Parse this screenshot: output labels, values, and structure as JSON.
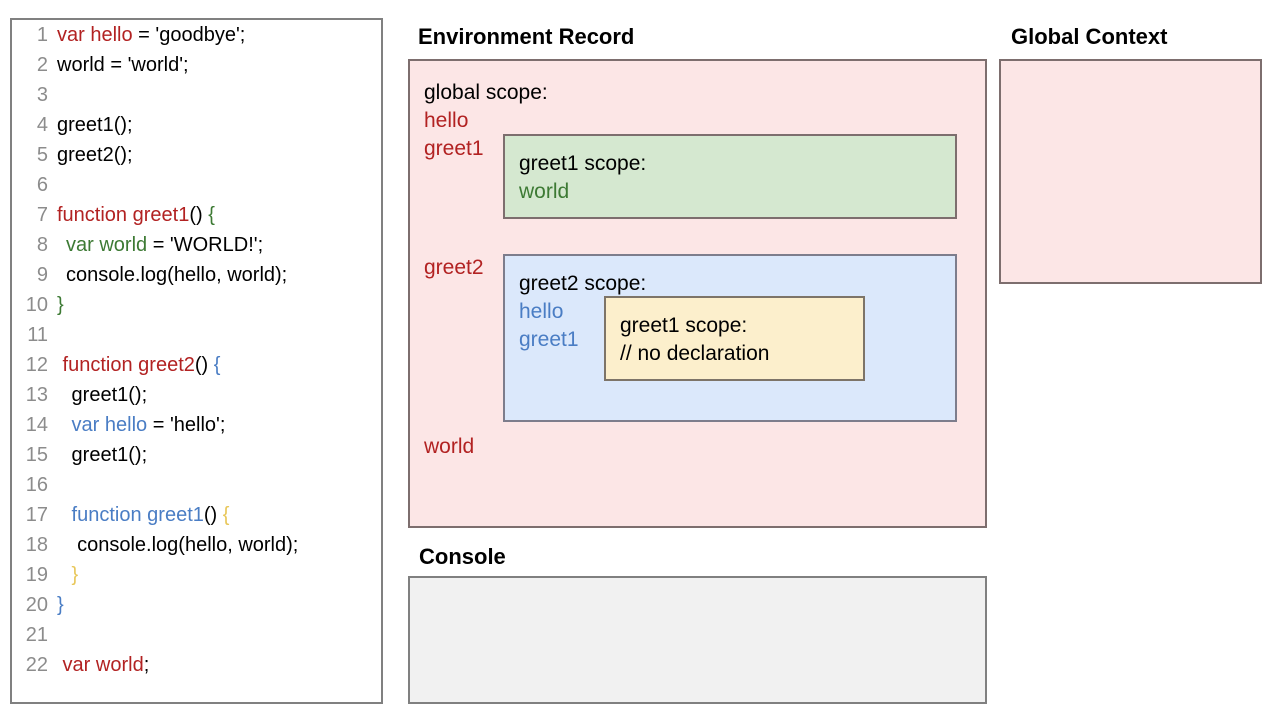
{
  "colors": {
    "red": "#b22222",
    "green": "#3d7a34",
    "blue": "#4a7dc4",
    "yellow": "#e8c75a",
    "black": "#000000",
    "gutter": "#8c8c8c",
    "global_scope_bg": "#fce6e6",
    "greet1_scope_bg": "#d5e8d0",
    "greet2_scope_bg": "#dbe8fb",
    "inner_greet1_scope_bg": "#fcefcc",
    "console_bg": "#f1f1f1"
  },
  "code_panel": {
    "lines": [
      {
        "n": "1",
        "indent": 0,
        "tokens": [
          {
            "t": "var hello",
            "c": "red"
          },
          {
            "t": " = 'goodbye';",
            "c": "black"
          }
        ]
      },
      {
        "n": "2",
        "indent": 0,
        "tokens": [
          {
            "t": "world = 'world';",
            "c": "black"
          }
        ]
      },
      {
        "n": "3",
        "indent": 0,
        "tokens": []
      },
      {
        "n": "4",
        "indent": 0,
        "tokens": [
          {
            "t": "greet1();",
            "c": "black"
          }
        ]
      },
      {
        "n": "5",
        "indent": 0,
        "tokens": [
          {
            "t": "greet2();",
            "c": "black"
          }
        ]
      },
      {
        "n": "6",
        "indent": 0,
        "tokens": []
      },
      {
        "n": "7",
        "indent": 0,
        "tokens": [
          {
            "t": "function greet1",
            "c": "red"
          },
          {
            "t": "() ",
            "c": "black"
          },
          {
            "t": "{",
            "c": "green"
          }
        ]
      },
      {
        "n": "8",
        "indent": 1,
        "tokens": [
          {
            "t": "var world",
            "c": "green"
          },
          {
            "t": " = 'WORLD!';",
            "c": "black"
          }
        ]
      },
      {
        "n": "9",
        "indent": 1,
        "tokens": [
          {
            "t": "console.log(hello, world);",
            "c": "black"
          }
        ]
      },
      {
        "n": "10",
        "indent": 0,
        "tokens": [
          {
            "t": "}",
            "c": "green"
          }
        ]
      },
      {
        "n": "11",
        "indent": 0,
        "tokens": []
      },
      {
        "n": "12",
        "indent": 0,
        "tokens": [
          {
            "t": " function greet2",
            "c": "red"
          },
          {
            "t": "() ",
            "c": "black"
          },
          {
            "t": "{",
            "c": "blue"
          }
        ]
      },
      {
        "n": "13",
        "indent": 1,
        "tokens": [
          {
            "t": " greet1();",
            "c": "black"
          }
        ]
      },
      {
        "n": "14",
        "indent": 1,
        "tokens": [
          {
            "t": " var hello",
            "c": "blue"
          },
          {
            "t": " = 'hello';",
            "c": "black"
          }
        ]
      },
      {
        "n": "15",
        "indent": 1,
        "tokens": [
          {
            "t": " greet1();",
            "c": "black"
          }
        ]
      },
      {
        "n": "16",
        "indent": 0,
        "tokens": []
      },
      {
        "n": "17",
        "indent": 1,
        "tokens": [
          {
            "t": " function greet1",
            "c": "blue"
          },
          {
            "t": "() ",
            "c": "black"
          },
          {
            "t": "{",
            "c": "yellow"
          }
        ]
      },
      {
        "n": "18",
        "indent": 1,
        "tokens": [
          {
            "t": "  console.log(hello, world);",
            "c": "black"
          }
        ]
      },
      {
        "n": "19",
        "indent": 1,
        "tokens": [
          {
            "t": " }",
            "c": "yellow"
          }
        ]
      },
      {
        "n": "20",
        "indent": 0,
        "tokens": [
          {
            "t": "}",
            "c": "blue"
          }
        ]
      },
      {
        "n": "21",
        "indent": 0,
        "tokens": []
      },
      {
        "n": "22",
        "indent": 0,
        "tokens": [
          {
            "t": " var world",
            "c": "red"
          },
          {
            "t": ";",
            "c": "black"
          }
        ]
      }
    ]
  },
  "environment_record": {
    "title": "Environment Record",
    "global_scope": {
      "label": "global scope:",
      "bindings": [
        "hello",
        "greet1",
        "greet2",
        "world"
      ]
    },
    "greet1_scope": {
      "label": "greet1 scope:",
      "bindings": [
        "world"
      ]
    },
    "greet2_scope": {
      "label": "greet2 scope:",
      "bindings": [
        "hello",
        "greet1"
      ]
    },
    "inner_greet1_scope": {
      "label": "greet1 scope:",
      "bindings": [
        "// no declaration"
      ]
    }
  },
  "global_context": {
    "title": "Global Context",
    "content": ""
  },
  "console": {
    "title": "Console",
    "content": ""
  }
}
